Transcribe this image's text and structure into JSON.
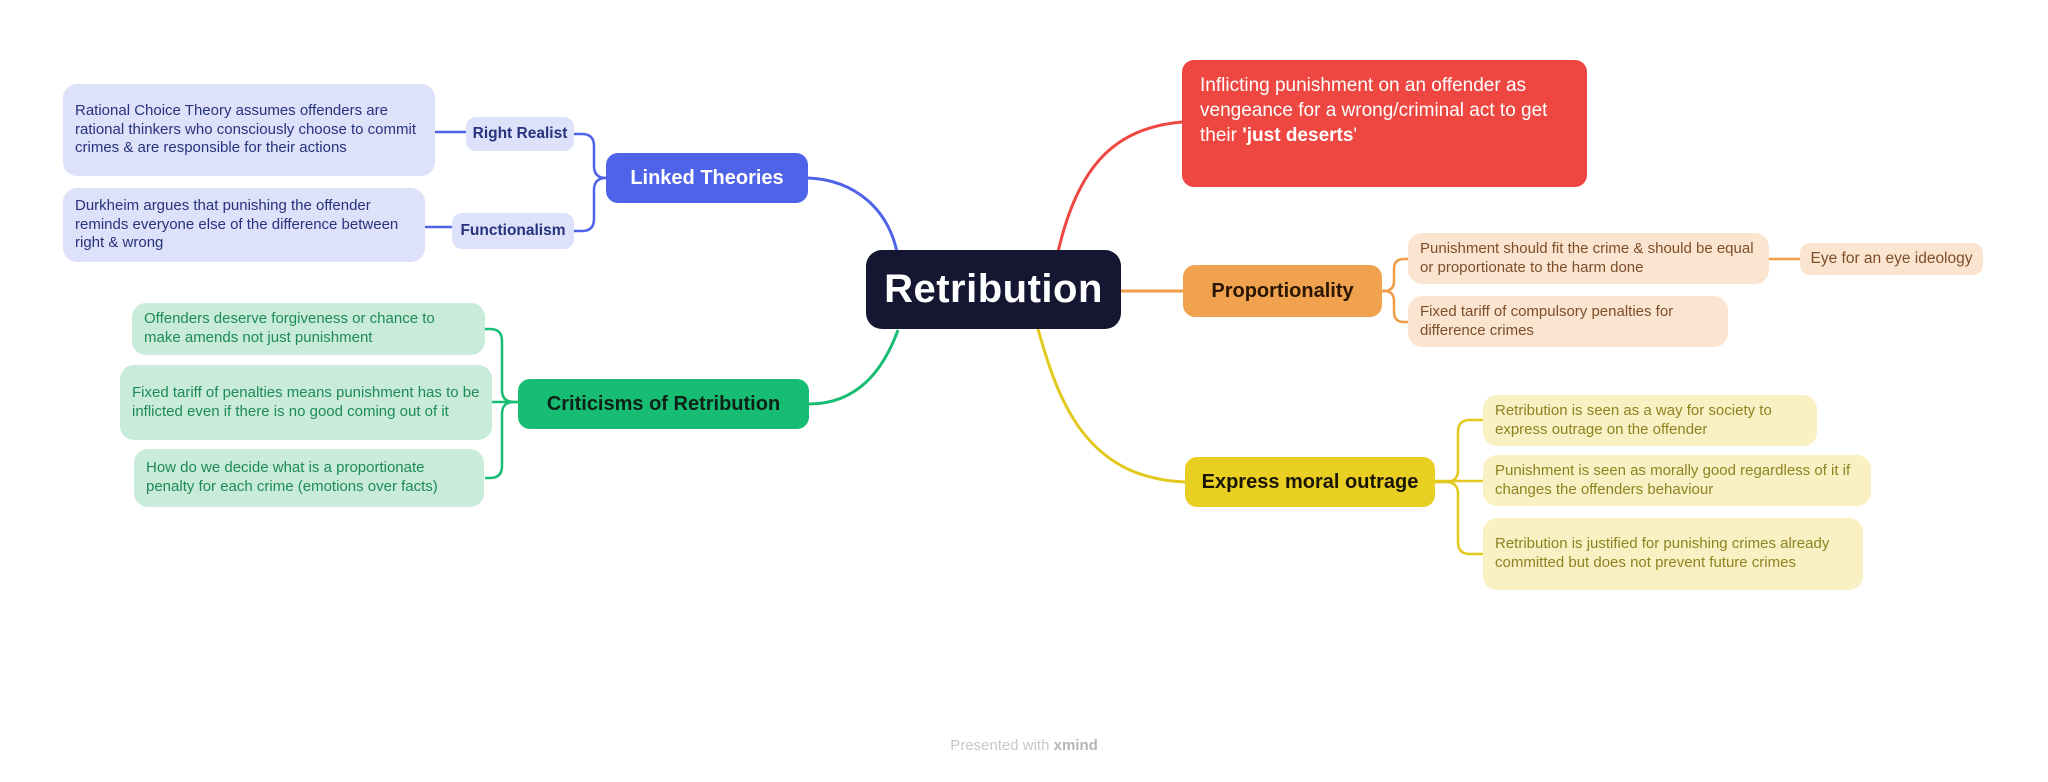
{
  "root": {
    "label": "Retribution"
  },
  "definition": {
    "text": "Inflicting punishment on an offender as vengeance for a wrong/criminal act to get their ",
    "emphasis": "'just deserts",
    "suffix": "'"
  },
  "linked_theories": {
    "label": "Linked Theories",
    "children": [
      {
        "label": "Right Realist",
        "note": "Rational Choice Theory assumes offenders are rational thinkers who consciously choose to commit crimes & are responsible for their actions"
      },
      {
        "label": "Functionalism",
        "note": "Durkheim argues that punishing the offender reminds everyone else of the difference between right & wrong"
      }
    ]
  },
  "criticisms": {
    "label": "Criticisms of Retribution",
    "points": [
      "Offenders deserve forgiveness or chance to make amends not just punishment",
      "Fixed tariff of penalties means punishment has to be inflicted even if there is no good coming out of it",
      "How do we decide what is a proportionate penalty for each crime (emotions over facts)"
    ]
  },
  "proportionality": {
    "label": "Proportionality",
    "points": [
      "Punishment should fit the crime & should be equal or proportionate to the harm done",
      "Fixed tariff of compulsory penalties for difference crimes"
    ],
    "child": "Eye for an eye ideology"
  },
  "moral_outrage": {
    "label": "Express moral outrage",
    "points": [
      "Retribution is seen as a way for society to express outrage on the offender",
      "Punishment is seen as morally good regardless of it if changes the offenders behaviour",
      "Retribution is justified for punishing crimes already committed but does not prevent future crimes"
    ]
  },
  "footer": {
    "prefix": "Presented with ",
    "brand": "xmind"
  },
  "colors": {
    "root_bg": "#141632",
    "definition_red": "#ee4640",
    "branch_blue": "#4f63e8",
    "note_lavender": "#dde1fa",
    "branch_green": "#17bd72",
    "note_light_green": "#c8ecd9",
    "branch_orange": "#f0a24e",
    "note_peach": "#fbe5d1",
    "branch_yellow": "#e9cf22",
    "note_light_yellow": "#f9f0c3"
  }
}
